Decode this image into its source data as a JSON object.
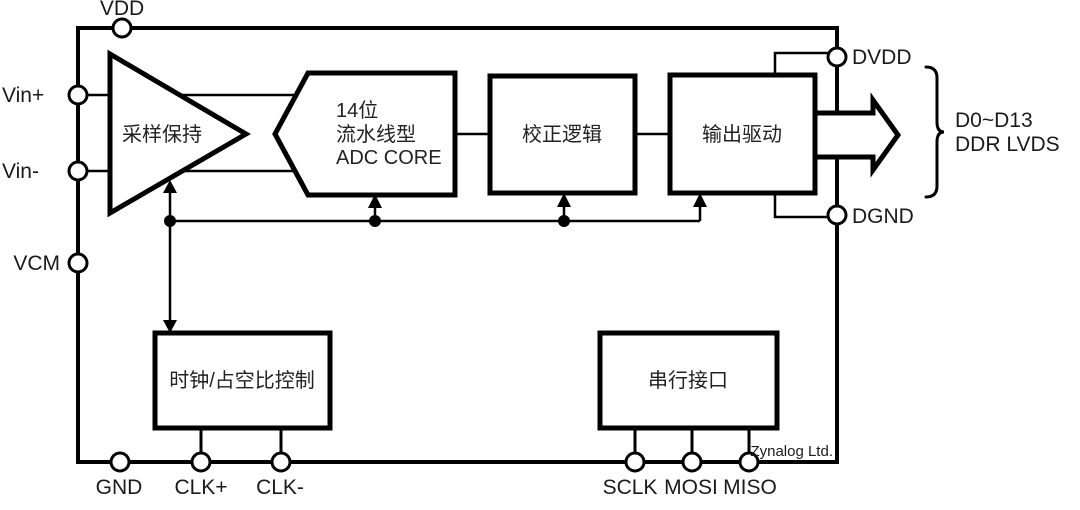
{
  "pins": {
    "vdd": "VDD",
    "vin_p": "Vin+",
    "vin_n": "Vin-",
    "vcm": "VCM",
    "gnd": "GND",
    "clk_p": "CLK+",
    "clk_n": "CLK-",
    "dvdd": "DVDD",
    "dgnd": "DGND",
    "sclk": "SCLK",
    "mosi": "MOSI",
    "miso": "MISO"
  },
  "blocks": {
    "sample_hold": {
      "label": "采样保持"
    },
    "adc_core": {
      "line1": "14位",
      "line2": "流水线型",
      "line3": "ADC CORE"
    },
    "calibration": {
      "label": "校正逻辑"
    },
    "output_driver": {
      "label": "输出驱动"
    },
    "clock_control": {
      "label": "时钟/占空比控制"
    },
    "serial_interface": {
      "label": "串行接口"
    }
  },
  "output_bus": {
    "line1": "D0~D13",
    "line2": "DDR LVDS"
  },
  "branding": {
    "company": "Zynalog Ltd."
  },
  "colors": {
    "ink": "#000000",
    "text": "#1a1a1a",
    "background": "#ffffff"
  }
}
